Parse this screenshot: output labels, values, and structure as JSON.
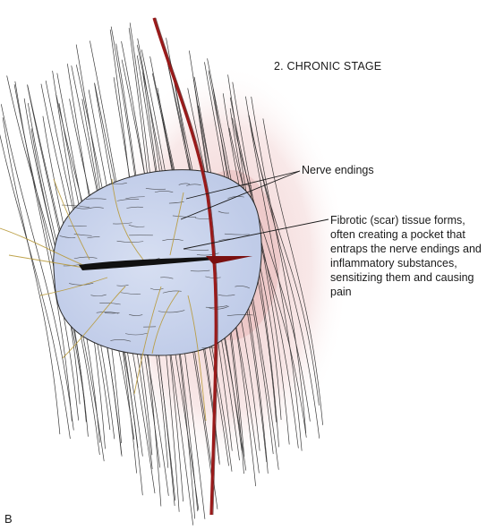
{
  "figure": {
    "stage_title": "2. CHRONIC STAGE",
    "panel_letter": "B",
    "annotations": {
      "nerve_endings": "Nerve endings",
      "fibrotic_tissue": "Fibrotic (scar) tissue forms, often creating a pocket that entraps the nerve endings and inflammatory substances, sensitizing them and causing pain"
    }
  },
  "colors": {
    "scar_tissue": "#c9d4ec",
    "inflammation": "#e8b8b8",
    "nerve": "#9a1a1a",
    "nerve_endings": "#b89a3a",
    "ink": "#1a1a1a"
  }
}
